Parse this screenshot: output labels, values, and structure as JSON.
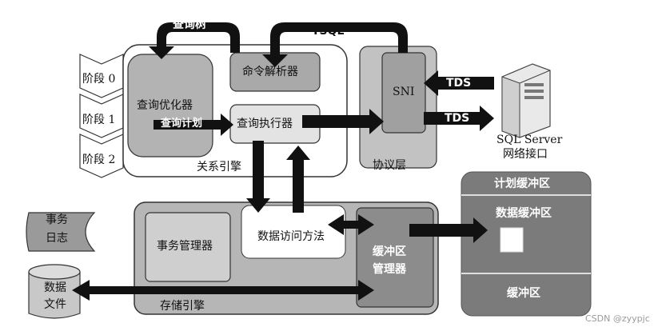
{
  "relational_engine": {
    "label": "关系引擎",
    "query_optimizer": "查询优化器",
    "command_parser": "命令解析器",
    "query_executor": "查询执行器"
  },
  "protocol_layer": {
    "label": "协议层",
    "sni": "SNI"
  },
  "stages": [
    "阶段 0",
    "阶段 1",
    "阶段 2"
  ],
  "arrows": {
    "query_tree": "查询树",
    "tsql": "TSQL",
    "query_plan": "查询计划",
    "tds_in": "TDS",
    "tds_out": "TDS"
  },
  "server": {
    "name_line1": "SQL Server",
    "name_line2": "网络接口",
    "icon": "server-icon"
  },
  "storage_engine": {
    "label": "存储引擎",
    "transaction_manager": "事务管理器",
    "data_access_methods": "数据访问方法",
    "buffer_manager_line1": "缓冲区",
    "buffer_manager_line2": "管理器"
  },
  "transaction_log": {
    "line1": "事务",
    "line2": "日志"
  },
  "data_file": {
    "line1": "数据",
    "line2": "文件"
  },
  "buffer_pool": {
    "plan_cache": "计划缓冲区",
    "data_cache": "数据缓冲区",
    "buffer": "缓冲区"
  },
  "watermark": "CSDN @zyypjc",
  "colors": {
    "arrow": "#111111",
    "panel_gray": "#b9b9b9",
    "dark_gray": "#8a8a8a",
    "light_gray": "#e6e6e6",
    "buffer_panel": "#7a7a7a"
  }
}
